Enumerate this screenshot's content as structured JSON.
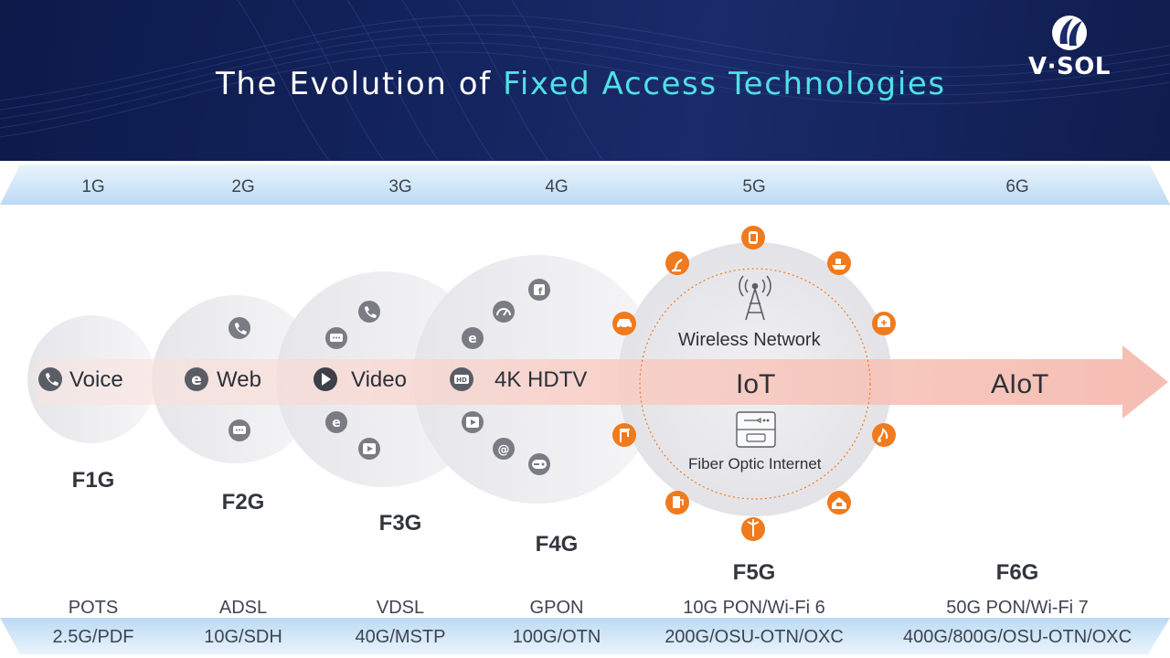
{
  "header": {
    "title_prefix": "The Evolution of ",
    "title_highlight": "Fixed Access Technologies",
    "logo_text": "V·SOL"
  },
  "generations": [
    {
      "gen": "1G",
      "fixed": "F1G",
      "service": "Voice",
      "tech_line1": "POTS",
      "tech_line2": "2.5G/PDF"
    },
    {
      "gen": "2G",
      "fixed": "F2G",
      "service": "Web",
      "tech_line1": "ADSL",
      "tech_line2": "10G/SDH"
    },
    {
      "gen": "3G",
      "fixed": "F3G",
      "service": "Video",
      "tech_line1": "VDSL",
      "tech_line2": "40G/MSTP"
    },
    {
      "gen": "4G",
      "fixed": "F4G",
      "service": "4K HDTV",
      "tech_line1": "GPON",
      "tech_line2": "100G/OTN"
    },
    {
      "gen": "5G",
      "fixed": "F5G",
      "service": "IoT",
      "tech_line1": "10G PON/Wi-Fi 6",
      "tech_line2": "200G/OSU-OTN/OXC"
    },
    {
      "gen": "6G",
      "fixed": "F6G",
      "service": "AIoT",
      "tech_line1": "50G PON/Wi-Fi 7",
      "tech_line2": "400G/800G/OSU-OTN/OXC"
    }
  ],
  "f5g_detail": {
    "wireless_label": "Wireless Network",
    "fiber_label": "Fiber Optic Internet"
  },
  "colors": {
    "header_bg": "#14245e",
    "title_highlight": "#4fe0e6",
    "band": "#cfe6f8",
    "arrow": "#f6c4bb",
    "icon_orange": "#f07a1e",
    "icon_gray": "#6e7078"
  }
}
